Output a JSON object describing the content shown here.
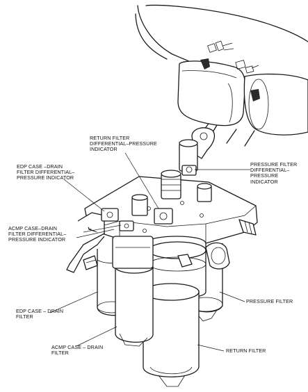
{
  "labels": {
    "return_filter_indicator": "RETURN FILTER\nDIFFERENTIAL–PRESSURE\nINDICATOR",
    "edp_case_drain_indicator": "EDP CASE –DRAIN\nFILTER DIFFERENTIAL–\nPRESSURE INDICATOR",
    "pressure_filter_indicator": "PRESSURE FILTER\nDIFFERENTIAL–\nPRESSURE\nINDICATOR",
    "acmp_case_drain_indicator": "ACMP CASE–DRAIN\nFILTER DIFFERENTIAL–\nPRESSURE INDICATOR",
    "pressure_filter": "PRESSURE FILTER",
    "edp_case_drain_filter": "EDP CASE – DRAIN\nFILTER",
    "acmp_case_drain_filter": "ACMP CASE – DRAIN\nFILTER",
    "return_filter": "RETURN FILTER"
  }
}
